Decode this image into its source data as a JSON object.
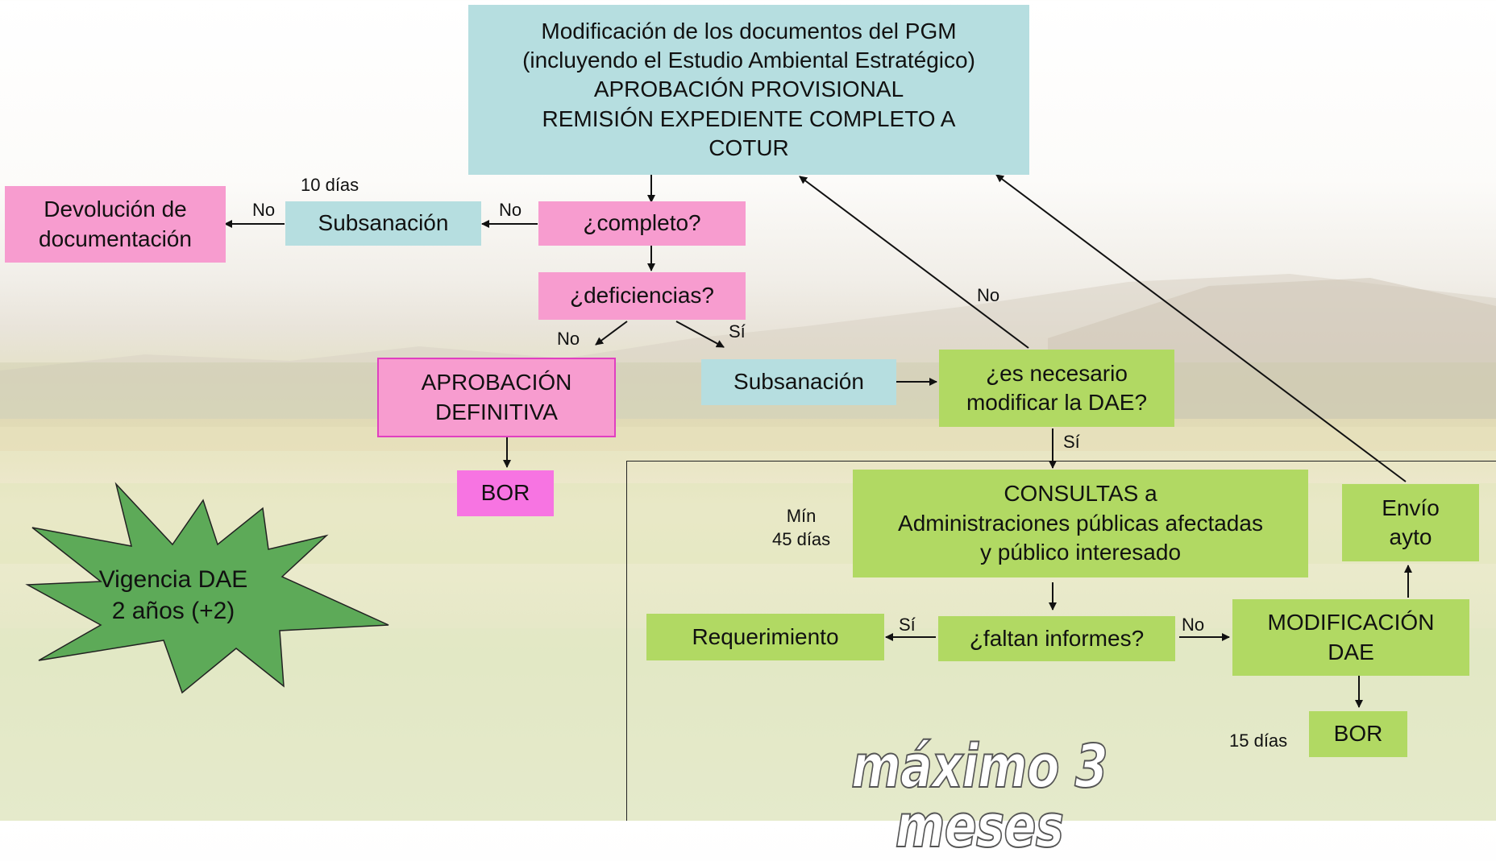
{
  "colors": {
    "blue": "#b6dee0",
    "pink": "#f79ccf",
    "green": "#b1d963",
    "magenta": "#f774e2",
    "star": "#5daa58"
  },
  "nodes": {
    "pgm": "Modificación de los documentos del PGM\n(incluyendo el Estudio Ambiental Estratégico)\nAPROBACIÓN PROVISIONAL\nREMISIÓN EXPEDIENTE COMPLETO A\nCOTUR",
    "completo": "¿completo?",
    "subsanacion_1": "Subsanación",
    "devolucion": "Devolución de\ndocumentación",
    "deficiencias": "¿deficiencias?",
    "aprobacion_definitiva": "APROBACIÓN\nDEFINITIVA",
    "bor_1": "BOR",
    "subsanacion_2": "Subsanación",
    "modificar_dae": "¿es necesario\nmodificar la DAE?",
    "consultas": "CONSULTAS a\nAdministraciones públicas afectadas\ny público interesado",
    "faltan_informes": "¿faltan informes?",
    "requerimiento": "Requerimiento",
    "modificacion_dae": "MODIFICACIÓN\nDAE",
    "envio_ayto": "Envío\nayto",
    "bor_2": "BOR"
  },
  "labels": {
    "diez_dias": "10 días",
    "no_devolucion": "No",
    "no_completo": "No",
    "no_deficiencias": "No",
    "si_deficiencias": "Sí",
    "no_dae": "No",
    "si_dae": "Sí",
    "min_dias": "Mín\n45 días",
    "si_informes": "Sí",
    "no_informes": "No",
    "quince_dias": "15 días"
  },
  "vigencia": "Vigencia DAE\n2 años (+2)",
  "plazo": "máximo 3 meses"
}
